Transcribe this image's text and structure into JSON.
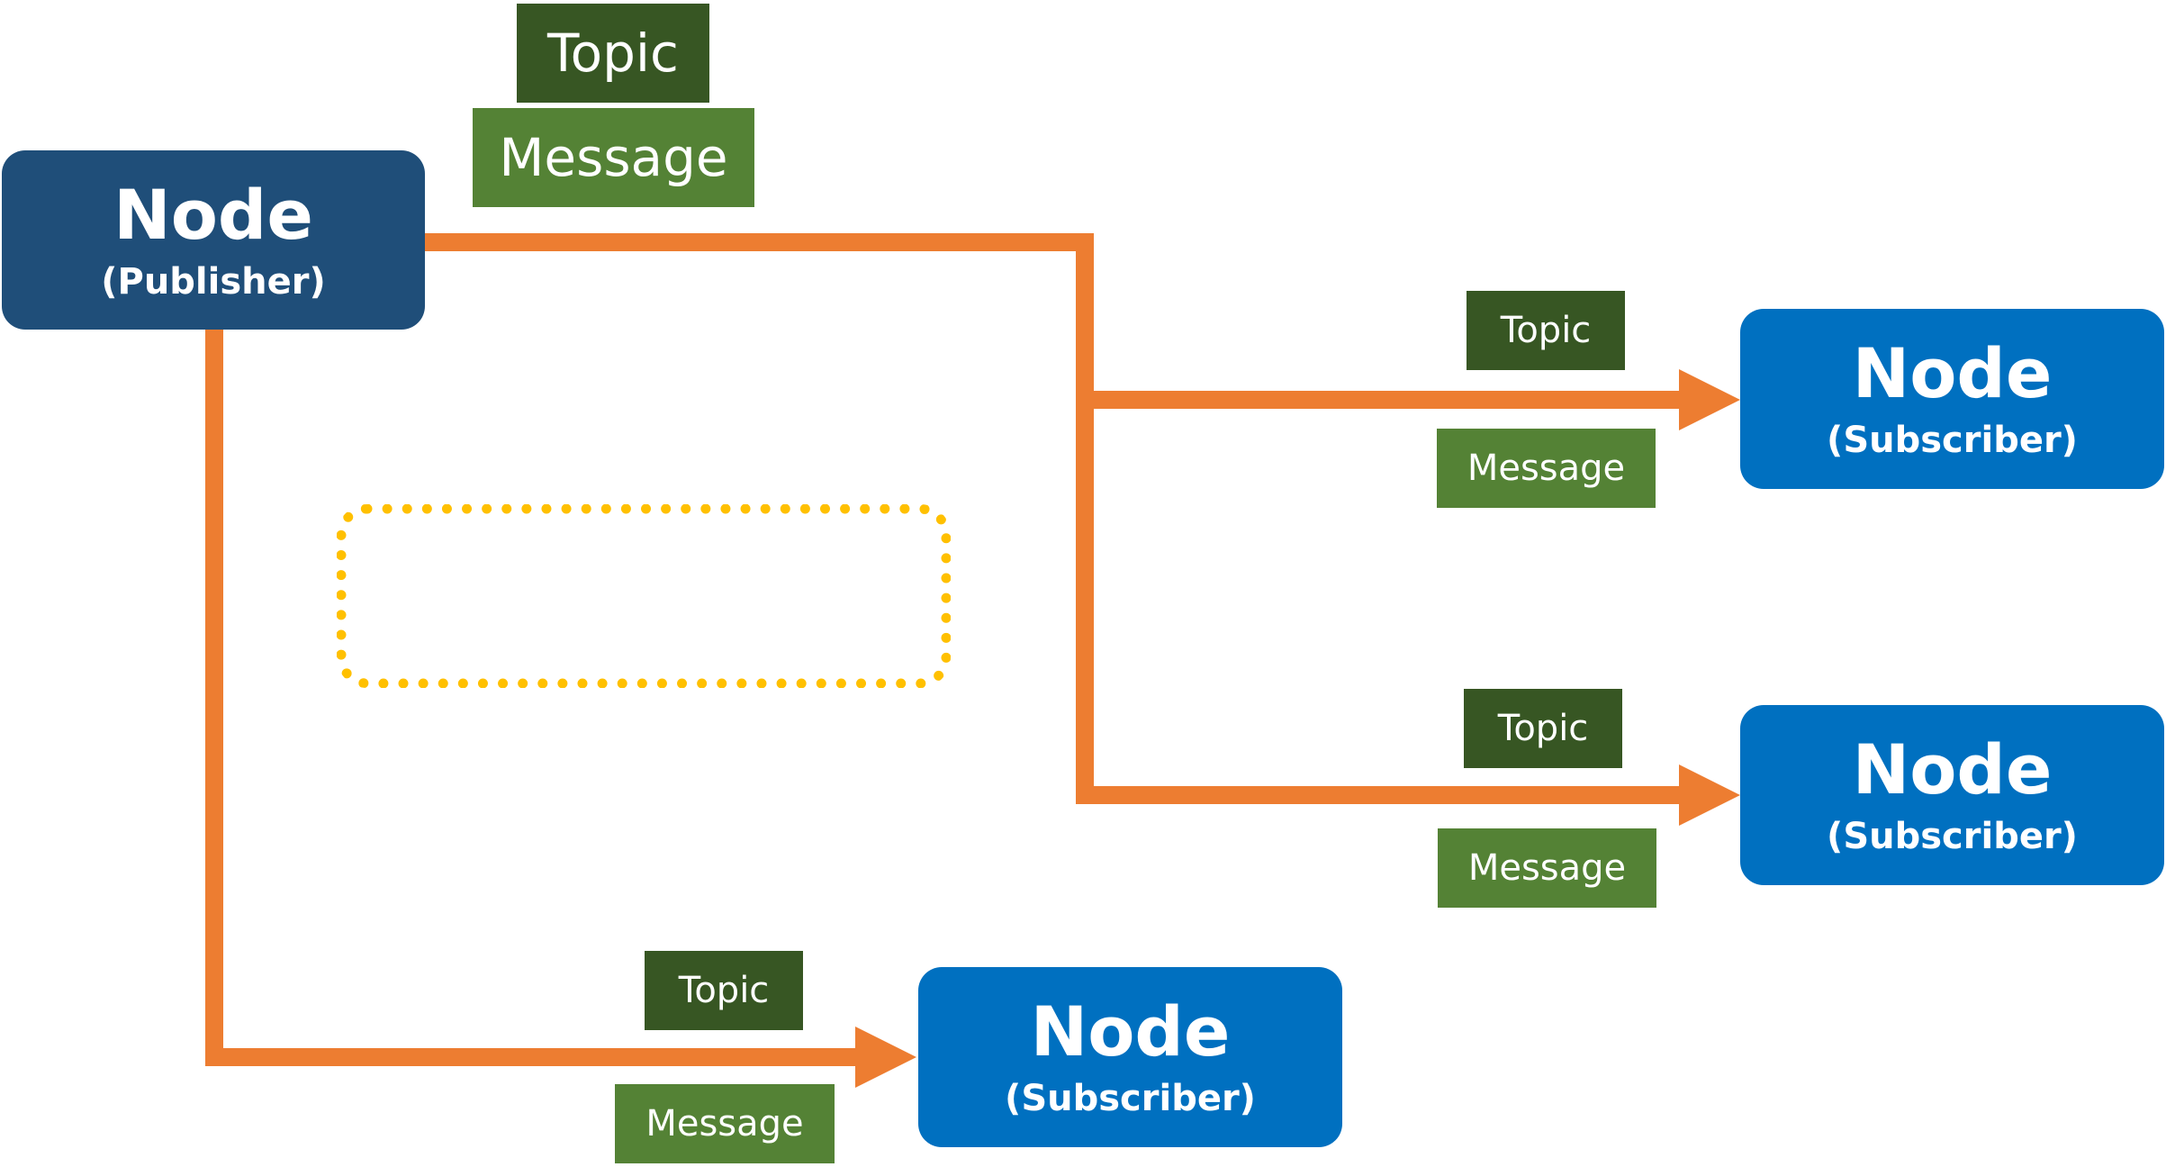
{
  "colors": {
    "publisher_fill": "#1f4e79",
    "subscriber_fill": "#0070c0",
    "topic_fill": "#375623",
    "message_fill": "#548235",
    "connector": "#ed7d31",
    "highlight_outline": "#ffc000",
    "text": "#ffffff"
  },
  "publisher": {
    "title": "Node",
    "role": "(Publisher)"
  },
  "published_labels": {
    "topic": "Topic",
    "message": "Message"
  },
  "subscribers": [
    {
      "title": "Node",
      "role": "(Subscriber)",
      "topic": "Topic",
      "message": "Message"
    },
    {
      "title": "Node",
      "role": "(Subscriber)",
      "topic": "Topic",
      "message": "Message"
    },
    {
      "title": "Node",
      "role": "(Subscriber)",
      "topic": "Topic",
      "message": "Message"
    }
  ]
}
